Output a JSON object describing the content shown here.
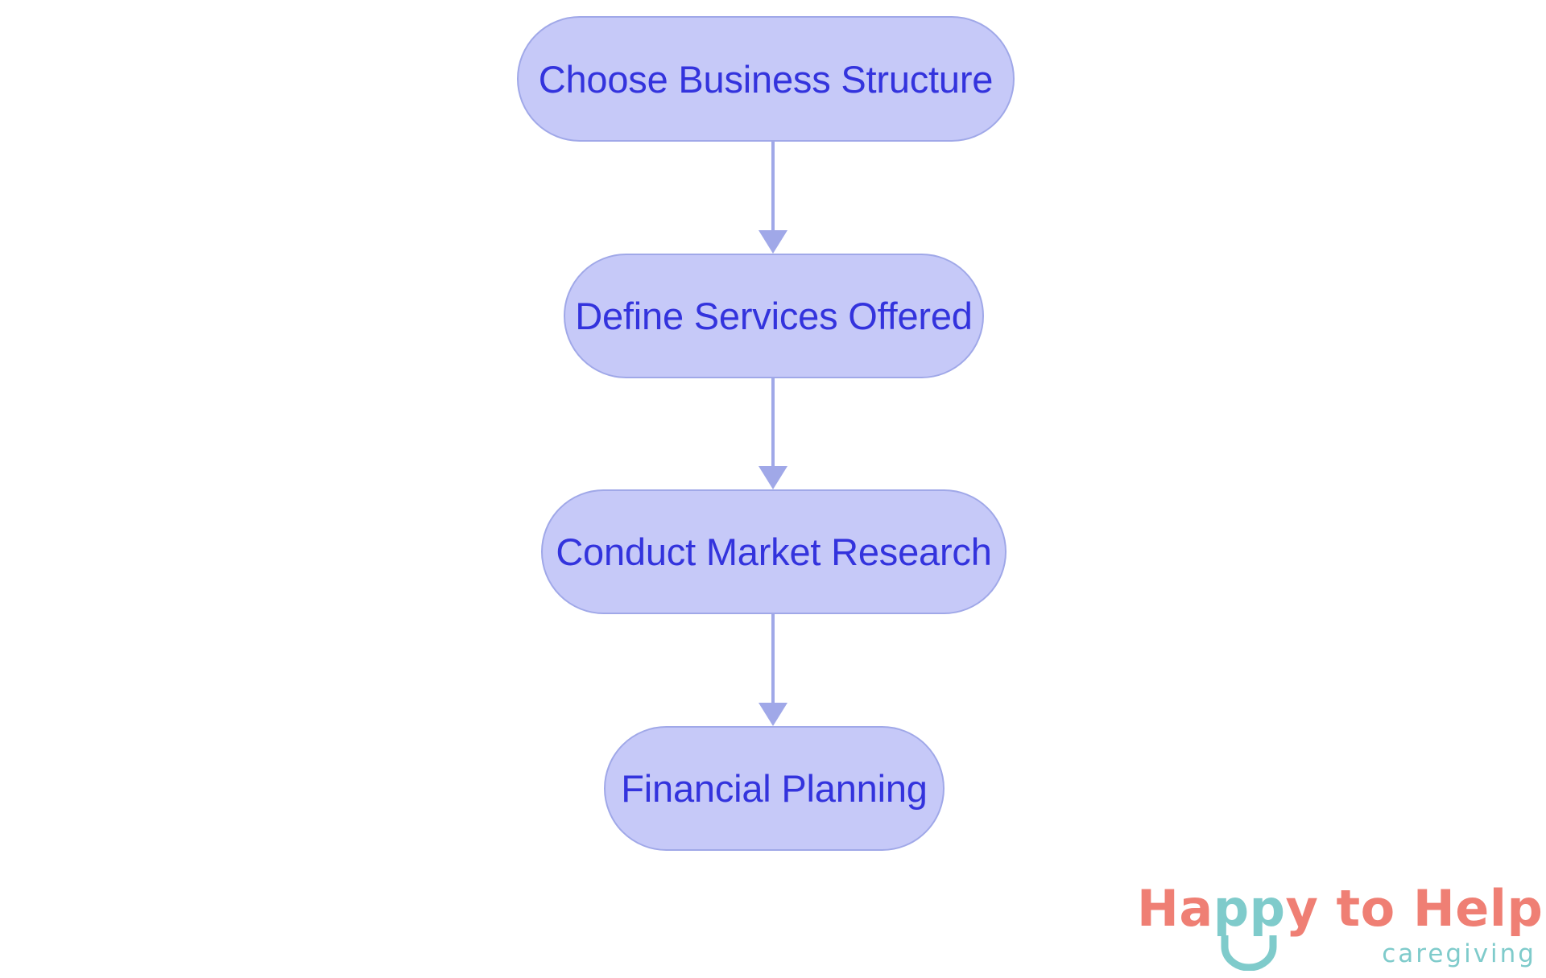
{
  "diagram": {
    "type": "flowchart",
    "orientation": "top-to-bottom",
    "background_color": "#ffffff",
    "node_fill_color": "#c6c9f8",
    "node_border_color": "#a0a8e8",
    "node_text_color": "#3333dd",
    "connector_color": "#a0a8e8",
    "nodes": [
      {
        "id": "n1",
        "label": "Choose Business Structure"
      },
      {
        "id": "n2",
        "label": "Define Services Offered"
      },
      {
        "id": "n3",
        "label": "Conduct Market Research"
      },
      {
        "id": "n4",
        "label": "Financial Planning"
      }
    ],
    "edges": [
      {
        "from": "n1",
        "to": "n2"
      },
      {
        "from": "n2",
        "to": "n3"
      },
      {
        "from": "n3",
        "to": "n4"
      }
    ]
  },
  "logo": {
    "word_1": "Ha",
    "word_2": "pp",
    "word_3": "y to Help",
    "tagline": "caregiving",
    "primary_color": "#ef7f74",
    "accent_color": "#7fcbcb"
  }
}
